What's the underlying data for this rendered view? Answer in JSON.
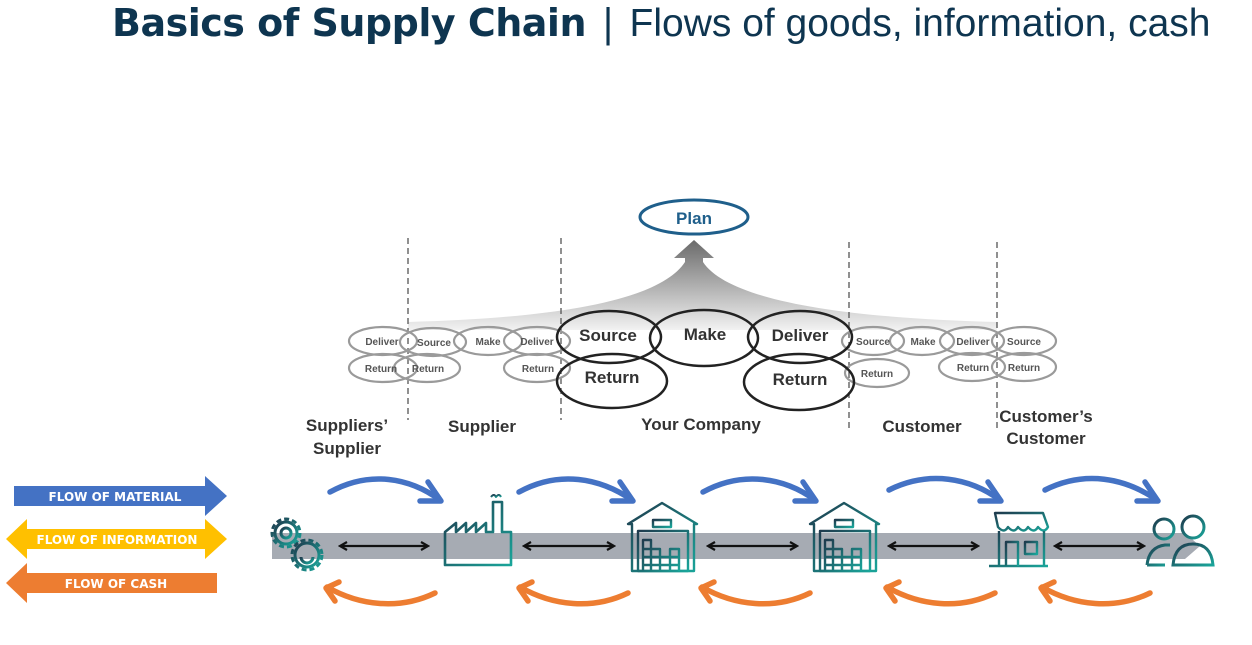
{
  "title": {
    "bold": "Basics of Supply Chain",
    "separator": "|",
    "subtitle": "Flows of goods, information, cash"
  },
  "plan": {
    "label": "Plan"
  },
  "your_company": {
    "source": "Source",
    "make": "Make",
    "deliver": "Deliver",
    "return_left": "Return",
    "return_right": "Return"
  },
  "small_ovals": {
    "suppliers_supplier": {
      "deliver": "Deliver",
      "return": "Return"
    },
    "supplier": {
      "source": "Source",
      "make": "Make",
      "deliver": "Deliver",
      "return_left": "Return",
      "return_right": "Return"
    },
    "customer": {
      "source": "Source",
      "make": "Make",
      "deliver": "Deliver",
      "return_left": "Return",
      "return_right": "Return"
    },
    "customers_customer": {
      "source": "Source",
      "return": "Return"
    }
  },
  "parties": {
    "suppliers_supplier_line1": "Suppliers’",
    "suppliers_supplier_line2": "Supplier",
    "supplier": "Supplier",
    "your_company": "Your Company",
    "customer": "Customer",
    "customers_customer_line1": "Customer’s",
    "customers_customer_line2": "Customer"
  },
  "legend": {
    "material": {
      "label": "FLOW OF MATERIAL",
      "color": "#4472c4",
      "direction": "right"
    },
    "information": {
      "label": "FLOW OF INFORMATION",
      "color": "#ffc000",
      "direction": "both"
    },
    "cash": {
      "label": "FLOW OF CASH",
      "color": "#ed7d31",
      "direction": "left"
    }
  },
  "chain_nodes": [
    {
      "name": "raw-materials",
      "icon": "gears-icon"
    },
    {
      "name": "factory",
      "icon": "factory-icon"
    },
    {
      "name": "warehouse-1",
      "icon": "warehouse-icon"
    },
    {
      "name": "warehouse-2",
      "icon": "warehouse-icon"
    },
    {
      "name": "store",
      "icon": "store-icon"
    },
    {
      "name": "consumers",
      "icon": "users-icon"
    }
  ],
  "colors": {
    "title": "#0e3550",
    "plan_border": "#1f5f8b",
    "plan_text": "#1f5f8b",
    "material_arrow": "#4472c4",
    "cash_arrow": "#ed7d31",
    "band": "#a6abb3",
    "icon_dark": "#1f3a4d",
    "icon_teal": "#1aa59a"
  }
}
